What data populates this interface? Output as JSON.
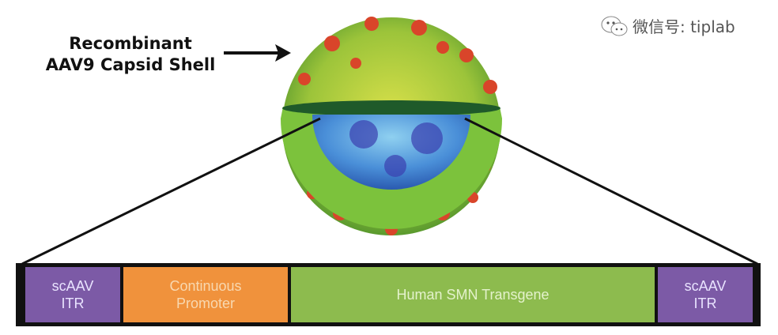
{
  "callout": {
    "line1": "Recombinant",
    "line2": "AAV9 Capsid Shell"
  },
  "construct": {
    "segments": [
      {
        "line1": "scAAV",
        "line2": "ITR"
      },
      {
        "line1": "Continuous",
        "line2": "Promoter"
      },
      {
        "line1": "Human SMN Transgene",
        "line2": ""
      },
      {
        "line1": "scAAV",
        "line2": "ITR"
      }
    ]
  },
  "watermark": {
    "icon": "wechat-icon",
    "text": "微信号: tiplab"
  },
  "colors": {
    "itr": "#7c5aa6",
    "promoter": "#f0923c",
    "transgene": "#8dbb4e"
  }
}
